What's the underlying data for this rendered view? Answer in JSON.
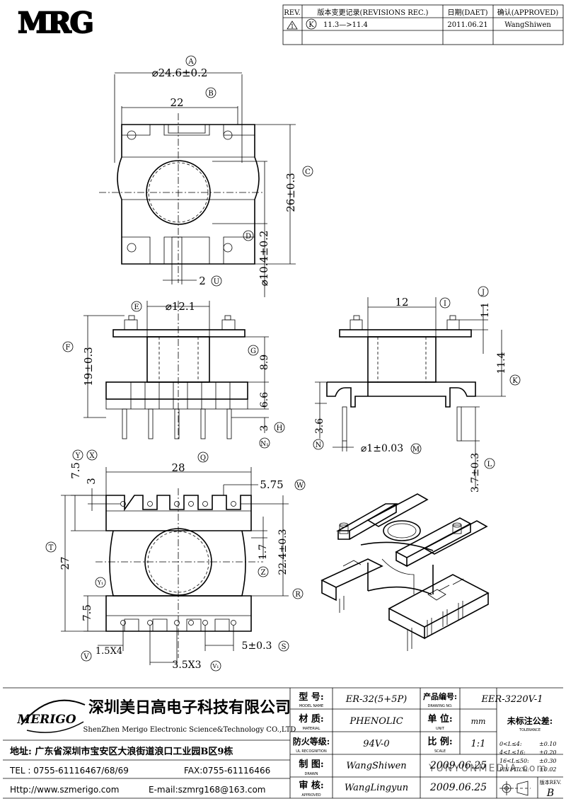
{
  "logo": {
    "text": "MRG"
  },
  "revision_table": {
    "headers": [
      "REV.",
      "版本变更记录(REVISIONS REC.)",
      "日期(DAET)",
      "确认(APPROVED)"
    ],
    "row": {
      "rev": "1",
      "marker": "K",
      "change": "11.3—>11.4",
      "date": "2011.06.21",
      "approved": "WangShiwen"
    }
  },
  "top_view": {
    "dims": {
      "A": {
        "tag": "A",
        "text": "⌀24.6±0.2"
      },
      "B": {
        "tag": "B",
        "text": "22"
      },
      "C": {
        "tag": "C",
        "text": "26±0.3"
      },
      "D": {
        "tag": "D",
        "text": "⌀10.4±0.2"
      },
      "U": {
        "tag": "U",
        "text": "2"
      }
    }
  },
  "front_view": {
    "dims": {
      "E": {
        "tag": "E",
        "text": "⌀12.1"
      },
      "F": {
        "tag": "F",
        "text": "19±0.3"
      },
      "G": {
        "tag": "G",
        "text": "8.9"
      },
      "H": {
        "tag": "H",
        "text": "3"
      },
      "N1": {
        "tag": "N₁",
        "text": "6.6"
      }
    }
  },
  "side_view": {
    "dims": {
      "I": {
        "tag": "I",
        "text": "12"
      },
      "J": {
        "tag": "J",
        "text": "1.1"
      },
      "K": {
        "tag": "K",
        "text": "11.4"
      },
      "N": {
        "tag": "N",
        "text": "3.6"
      },
      "M": {
        "tag": "M",
        "text": "⌀1±0.03"
      },
      "L": {
        "tag": "L",
        "text": "3.7±0.3"
      }
    }
  },
  "bottom_view": {
    "dims": {
      "Q": {
        "tag": "Q",
        "text": "28"
      },
      "Y": {
        "tag": "Y",
        "text": "7.5"
      },
      "X": {
        "tag": "X",
        "text": "3"
      },
      "W": {
        "tag": "W",
        "text": "5.75"
      },
      "T": {
        "tag": "T",
        "text": "27"
      },
      "Z": {
        "tag": "Z",
        "text": "1.7"
      },
      "R": {
        "tag": "R",
        "text": "22.4±0.3"
      },
      "Y1": {
        "tag": "Y₁",
        "text": "7.5"
      },
      "S": {
        "tag": "S",
        "text": "5±0.3"
      },
      "V": {
        "tag": "V",
        "text": "1.5X4"
      },
      "V1": {
        "tag": "V₁",
        "text": "3.5X3"
      }
    }
  },
  "title_block": {
    "company_logo": "MERIGO",
    "company_cn": "深圳美日高电子科技有限公司",
    "company_en": "ShenZhen Merigo Electronic Science&Technology CO.,LTD",
    "address": "地址: 广东省深圳市宝安区大浪街道浪口工业园B区9栋",
    "tel": "TEL : 0755-61116467/68/69",
    "fax": "FAX:0755-61116466",
    "http": "Http://www.szmerigo.com",
    "email": "E-mail:szmrg168@163.com",
    "fields": {
      "model": {
        "label_cn": "型 号:",
        "label_en": "MODEL NAME",
        "value": "ER-32(5+5P)"
      },
      "material": {
        "label_cn": "材 质:",
        "label_en": "MATERIAL",
        "value": "PHENOLIC"
      },
      "flame": {
        "label_cn": "防火等级:",
        "label_en": "UL RECOGNITION",
        "value": "94V-0"
      },
      "drawn": {
        "label_cn": "制 图:",
        "label_en": "DRAWN",
        "value": "WangShiwen",
        "date": "2009.06.25"
      },
      "approved": {
        "label_cn": "审 核:",
        "label_en": "APPROVED",
        "value": "WangLingyun",
        "date": "2009.06.25"
      },
      "drawing_no": {
        "label_cn": "产品编号:",
        "label_en": "DRAWING NO.",
        "value": "EER-3220V-1"
      },
      "unit": {
        "label_cn": "单 位:",
        "label_en": "UNIT",
        "value": "mm"
      },
      "scale": {
        "label_cn": "比 例:",
        "label_en": "SCALE",
        "value": "1:1"
      }
    },
    "tolerance": {
      "label_cn": "未标注公差:",
      "label_en": "TOLERANCE",
      "rows": [
        {
          "range": "0<L≤4:",
          "value": "±0.10"
        },
        {
          "range": "4<L≤16:",
          "value": "±0.20"
        },
        {
          "range": "16<L≤50:",
          "value": "±0.30"
        },
        {
          "range": "PIN PITCH:",
          "value": "±0.02"
        }
      ]
    },
    "version": {
      "label": "版本REV.",
      "value": "B"
    }
  },
  "watermark": "YUNYUNMEDIA.com"
}
